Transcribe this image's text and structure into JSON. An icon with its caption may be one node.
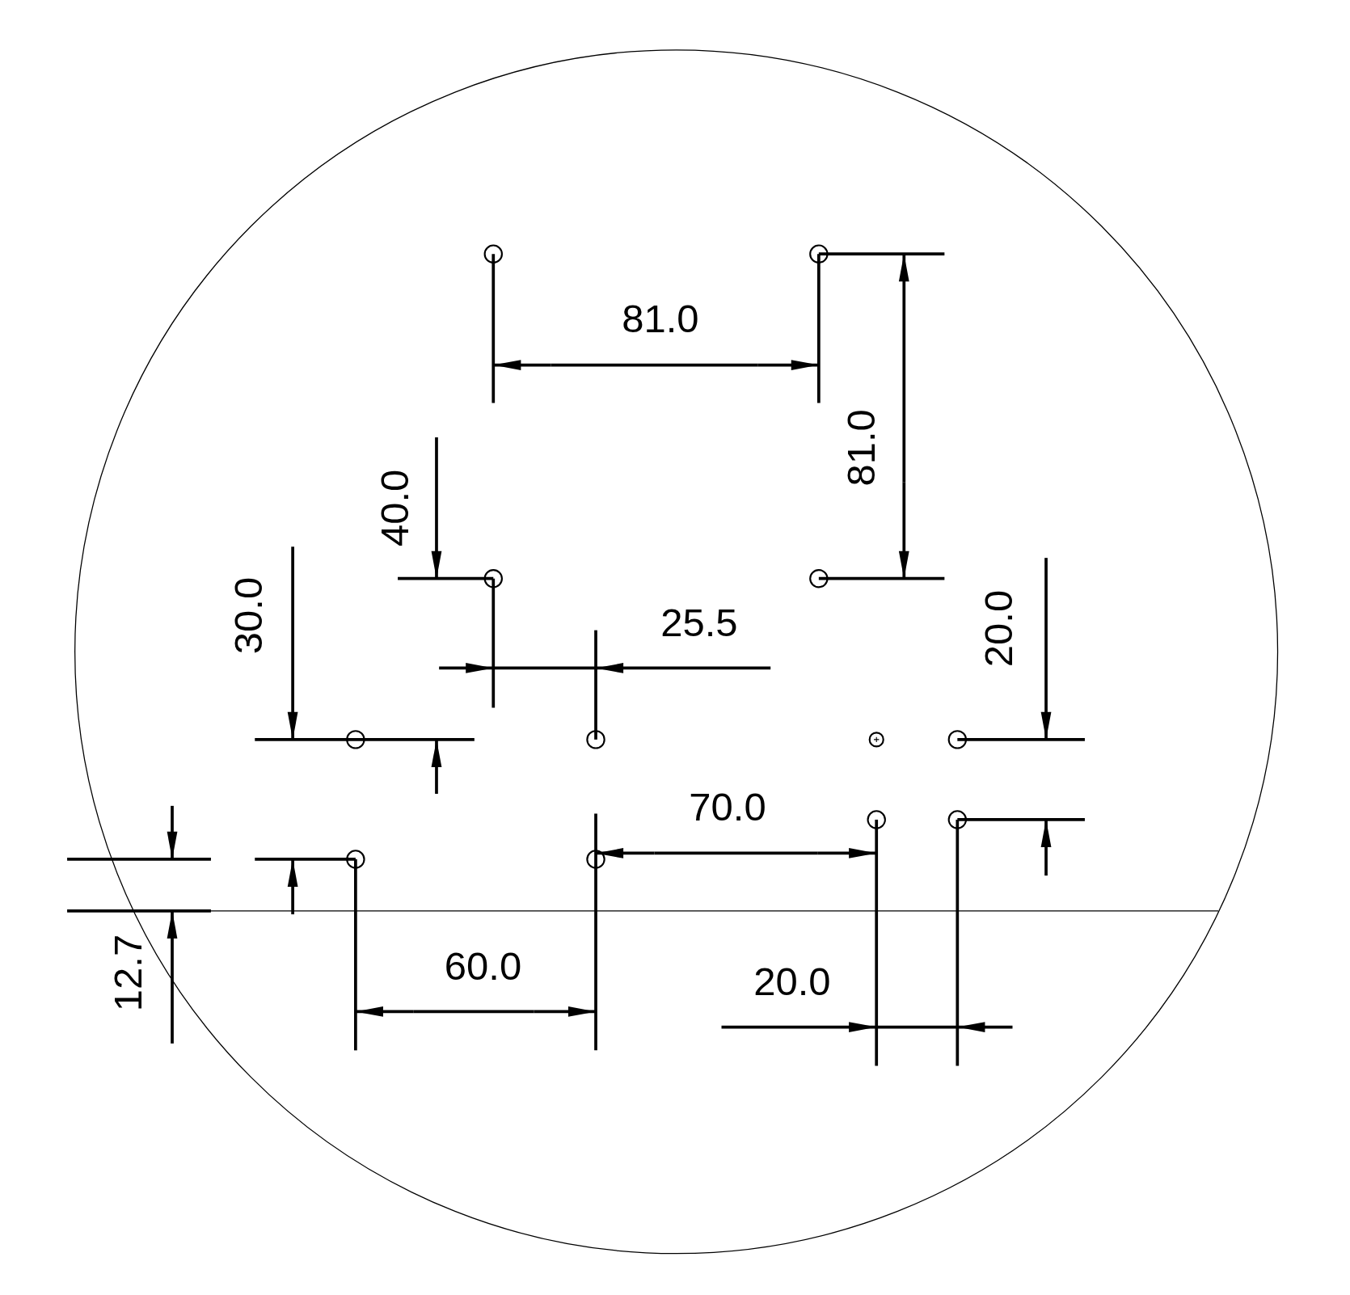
{
  "diagram": {
    "labels": [
      "81.0",
      "81.0",
      "40.0",
      "30.0",
      "25.5",
      "20.0",
      "70.0",
      "60.0",
      "20.0",
      "12.7"
    ]
  }
}
